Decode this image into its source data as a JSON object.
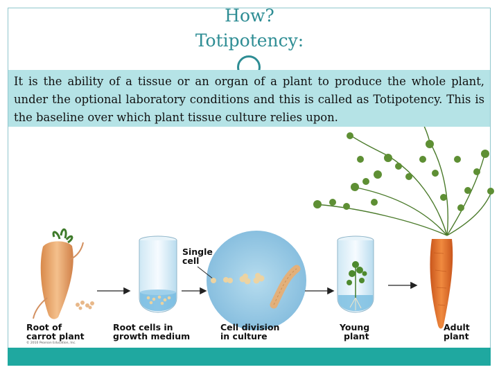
{
  "slide": {
    "title_line1": "How?",
    "title_line2": "Totipotency:",
    "body_text": "It is the ability of a tissue or an organ of a plant to produce the whole plant, under the optional laboratory conditions and this is called as Totipotency. This is the baseline over which plant tissue culture relies upon."
  },
  "figure": {
    "labels": {
      "single_cell_1": "Single",
      "single_cell_2": "cell",
      "root_carrot_1": "Root of",
      "root_carrot_2": "carrot plant",
      "root_cells_1": "Root cells in",
      "root_cells_2": "growth medium",
      "cell_division_1": "Cell division",
      "cell_division_2": "in culture",
      "young_plant_1": "Young",
      "young_plant_2": "plant",
      "adult_plant_1": "Adult",
      "adult_plant_2": "plant",
      "copyright": "© 2010 Pearson Education, Inc."
    }
  },
  "colors": {
    "accent": "#2e8d94",
    "text_box": "#b5e3e6",
    "bottom_bar": "#1fa8a0",
    "carrot": "#e8722e",
    "foliage": "#4a7a2a",
    "tube_liquid": "#6fb8e0"
  }
}
